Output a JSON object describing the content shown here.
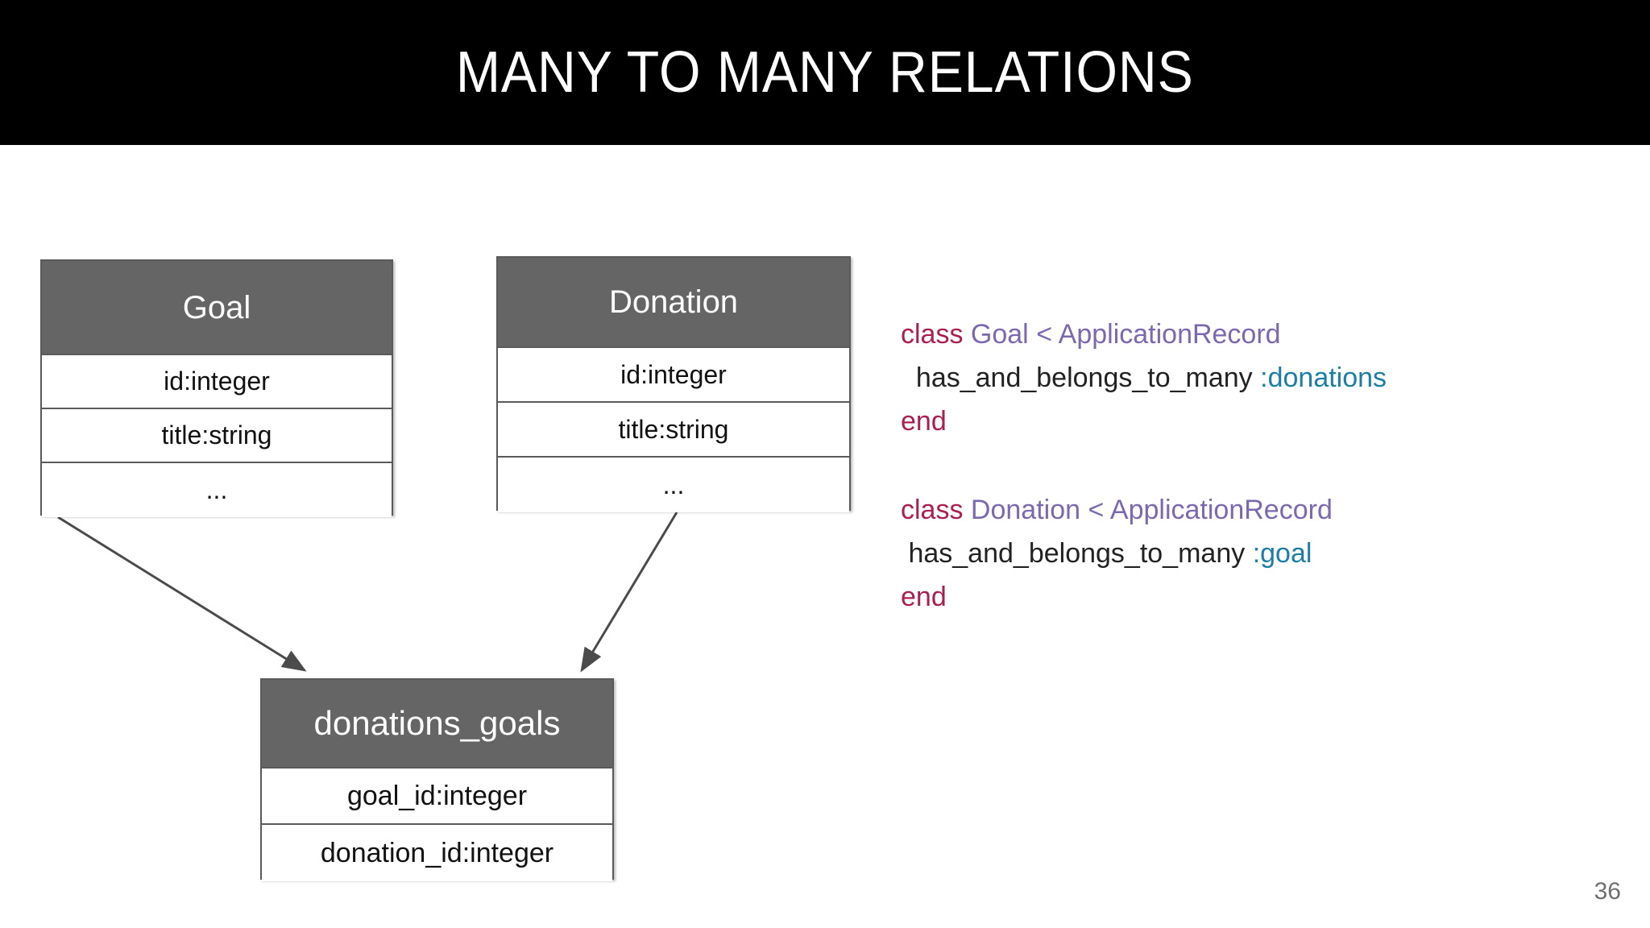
{
  "slide": {
    "title": "MANY TO MANY RELATIONS",
    "page_number": "36",
    "colors": {
      "banner_bg": "#000000",
      "banner_text": "#ffffff",
      "entity_header_bg": "#656565",
      "entity_border": "#5a5a5a",
      "keyword": "#ab1f4f",
      "constant": "#7b68b0",
      "symbol": "#1b7ea7",
      "method": "#222222",
      "page_number": "#6f6f6f"
    }
  },
  "diagram": {
    "entities": [
      {
        "name": "goal",
        "header": "Goal",
        "rows": [
          "id:integer",
          "title:string",
          "..."
        ]
      },
      {
        "name": "donation",
        "header": "Donation",
        "rows": [
          "id:integer",
          "title:string",
          "..."
        ]
      },
      {
        "name": "join",
        "header": "donations_goals",
        "rows": [
          "goal_id:integer",
          "donation_id:integer"
        ]
      }
    ],
    "connectors": [
      {
        "name": "goal-to-join",
        "from": "goal",
        "to": "join"
      },
      {
        "name": "donation-to-join",
        "from": "donation",
        "to": "join"
      }
    ]
  },
  "code": {
    "blocks": [
      {
        "name": "goal-model",
        "lines": [
          {
            "keyword": "class",
            "constant": "Goal",
            "operator": "<",
            "superclass": "ApplicationRecord"
          },
          {
            "method": "has_and_belongs_to_many",
            "symbol": ":donations"
          },
          {
            "keyword": "end"
          }
        ]
      },
      {
        "name": "donation-model",
        "lines": [
          {
            "keyword": "class",
            "constant": "Donation",
            "operator": "<",
            "superclass": "ApplicationRecord"
          },
          {
            "method": "has_and_belongs_to_many",
            "symbol": ":goal"
          },
          {
            "keyword": "end"
          }
        ]
      }
    ]
  }
}
